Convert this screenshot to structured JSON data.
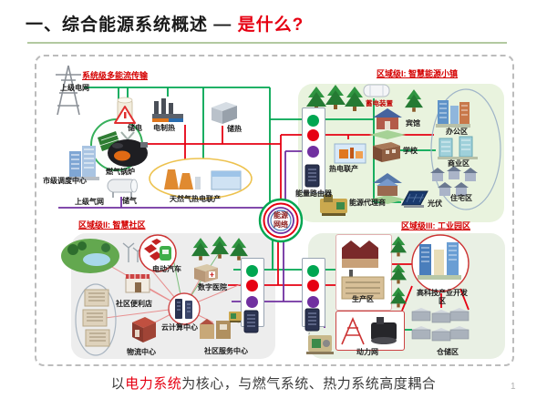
{
  "slide": {
    "title_main": "一、综合能源系统概述 —",
    "title_highlight": "是什么?",
    "caption_pre": "以",
    "caption_highlight": "电力系统",
    "caption_post": "为核心，与燃气系统、热力系统高度耦合",
    "page_number": "1"
  },
  "hub": {
    "line1": "能源",
    "line2": "网络"
  },
  "legend_colors": {
    "electricity": "#00a651",
    "heat": "#e60012",
    "gas": "#7030a0"
  },
  "sections": {
    "system": {
      "title": "系统级多能流传输",
      "labels": {
        "upper_grid": "上级电网",
        "storage_elec": "储电",
        "power_to_heat": "电制热",
        "storage_heat": "储热",
        "gas_boiler": "燃气锅炉",
        "city_dispatch": "市级调度中心",
        "upper_gas": "上级气网",
        "storage_gas": "储气",
        "gas_chp": "天然气热电联产"
      }
    },
    "town": {
      "title": "区域级I: 智慧能源小镇",
      "labels": {
        "battery": "蓄电装置",
        "chp": "热电联产",
        "hotel": "宾馆",
        "school": "学校",
        "office": "办公区",
        "commercial": "商业区",
        "residential": "住宅区",
        "pv": "光伏",
        "energy_router": "能量路由器",
        "energy_agent": "能源代理商"
      }
    },
    "community": {
      "title": "区域级II: 智慧社区",
      "labels": {
        "ev": "电动汽车",
        "store": "社区便利店",
        "hospital": "数字医院",
        "cloud": "云计算中心",
        "logistics": "物流中心",
        "service": "社区服务中心"
      }
    },
    "industry": {
      "title": "区域级III: 工业园区",
      "labels": {
        "production": "生产区",
        "hightech": "高科技产业开发区",
        "power_net": "动力网",
        "warehouse": "仓储区"
      }
    }
  }
}
